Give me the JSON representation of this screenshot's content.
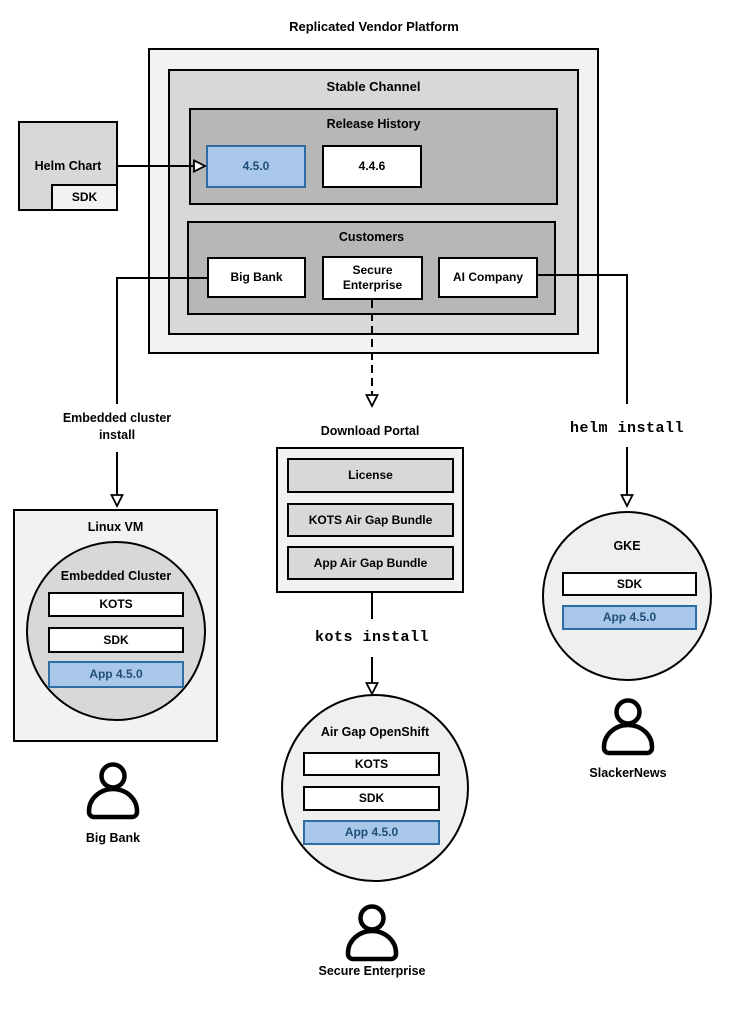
{
  "diagram_title": "Replicated Vendor Platform",
  "colors": {
    "highlight_fill": "#a9c7e8",
    "highlight_border": "#2e6da4",
    "highlight_text": "#1f4e79",
    "box_border": "#000000"
  },
  "stable_channel": {
    "label": "Stable Channel"
  },
  "release_history": {
    "label": "Release History",
    "releases": [
      {
        "version": "4.5.0",
        "highlighted": true
      },
      {
        "version": "4.4.6",
        "highlighted": false
      }
    ]
  },
  "customers": {
    "label": "Customers",
    "items": [
      {
        "name": "Big Bank"
      },
      {
        "name": "Secure Enterprise"
      },
      {
        "name": "AI Company"
      }
    ]
  },
  "helm_chart": {
    "label": "Helm Chart",
    "sdk_label": "SDK"
  },
  "left_flow": {
    "install_method": "Embedded cluster install",
    "vm_label": "Linux VM",
    "cluster_label": "Embedded Cluster",
    "components": [
      "KOTS",
      "SDK"
    ],
    "app_label": "App 4.5.0",
    "user_label": "Big Bank"
  },
  "middle_flow": {
    "portal_label": "Download Portal",
    "portal_items": [
      "License",
      "KOTS Air Gap Bundle",
      "App Air Gap Bundle"
    ],
    "install_method": "kots install",
    "cluster_label": "Air Gap OpenShift",
    "components": [
      "KOTS",
      "SDK"
    ],
    "app_label": "App 4.5.0",
    "user_label": "Secure Enterprise"
  },
  "right_flow": {
    "install_method": "helm install",
    "cluster_label": "GKE",
    "components": [
      "SDK"
    ],
    "app_label": "App 4.5.0",
    "user_label": "SlackerNews"
  }
}
